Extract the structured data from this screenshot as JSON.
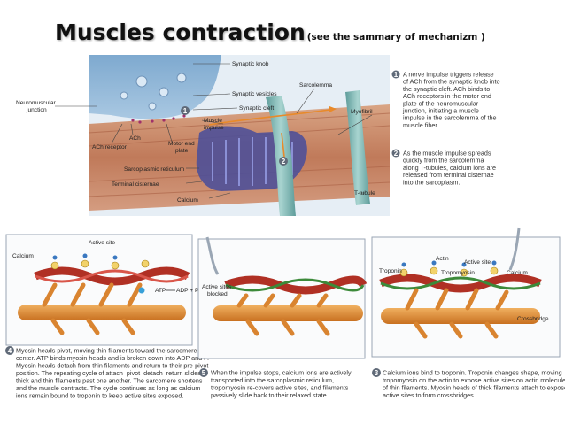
{
  "title": {
    "main": "Muscles contraction",
    "sub": "(see the sammary of mechanizm )"
  },
  "top_labels": {
    "synaptic_knob": "Synaptic knob",
    "synaptic_vesicles": "Synaptic vesicles",
    "synaptic_cleft": "Synaptic cleft",
    "sarcolemma": "Sarcolemma",
    "myofibril": "Myofibril",
    "neuromuscular": "Neuromuscular",
    "junction": "junction",
    "muscle": "Muscle",
    "impulse": "impulse",
    "ach": "ACh",
    "ach_receptor": "ACh receptor",
    "motor_end": "Motor end",
    "plate": "plate",
    "sarcoplasmic_reticulum": "Sarcoplasmic reticulum",
    "terminal_cisternae": "Terminal cisternae",
    "calcium": "Calcium",
    "t_tubule": "T-tubule"
  },
  "steps": {
    "s1": "1",
    "s1_lines": [
      "A nerve impulse triggers release",
      "of ACh from the synaptic knob into",
      "the synaptic cleft.  ACh binds to",
      "ACh receptors in the motor end",
      "plate of the neuromuscular",
      "junction, initiating a muscle",
      "impulse in the sarcolemma of the",
      "muscle fiber."
    ],
    "s2": "2",
    "s2_lines": [
      "As the muscle impulse spreads",
      "quickly from the sarcolemma",
      "along T-tubules, calcium ions are",
      "released from terminal cisternae",
      "into the sarcoplasm."
    ],
    "s3": "3",
    "s3_lines": [
      "Calcium ions bind to troponin. Troponin changes shape, moving",
      "tropomyosin on the actin to expose active sites on actin molecules",
      "of thin filaments. Myosin heads of thick filaments attach to exposed",
      "active sites to form crossbridges."
    ],
    "s4": "4",
    "s4_lines": [
      "Myosin heads pivot, moving thin filaments toward the sarcomere",
      "center. ATP binds myosin heads and is broken down into ADP and P.",
      "Myosin heads detach from thin filaments and return to their pre-pivot",
      "position. The repeating cycle of attach–pivot–detach–return slides",
      "thick and thin filaments past one another. The sarcomere shortens",
      "and the muscle contracts. The cycle continues as long as calcium",
      "ions remain bound to troponin to keep active sites exposed."
    ],
    "s5": "5",
    "s5_lines": [
      "When the impulse stops, calcium ions are actively",
      "transported into the sarcoplasmic reticulum,",
      "tropomyosin re-covers active sites, and filaments",
      "passively slide back to their relaxed state."
    ]
  },
  "bottom_labels": {
    "calcium_left": "Calcium",
    "active_site_left": "Active site",
    "atp": "ATP",
    "adp_p": "ADP + P",
    "active_sites": "Active sites",
    "blocked": "blocked",
    "actin": "Actin",
    "active_site_right": "Active site",
    "troponin": "Troponin",
    "tropomyosin": "Tropomyosin",
    "calcium_right": "Calcium",
    "crossbridge": "Crossbridge"
  },
  "colors": {
    "muscle": "#c98a6a",
    "tissue": "#b8cee0",
    "sr": "#4b4f9a",
    "tubule": "#7fb3b0",
    "actin": "#c0392b",
    "myosin": "#e0902a",
    "marker": "#606a78"
  }
}
